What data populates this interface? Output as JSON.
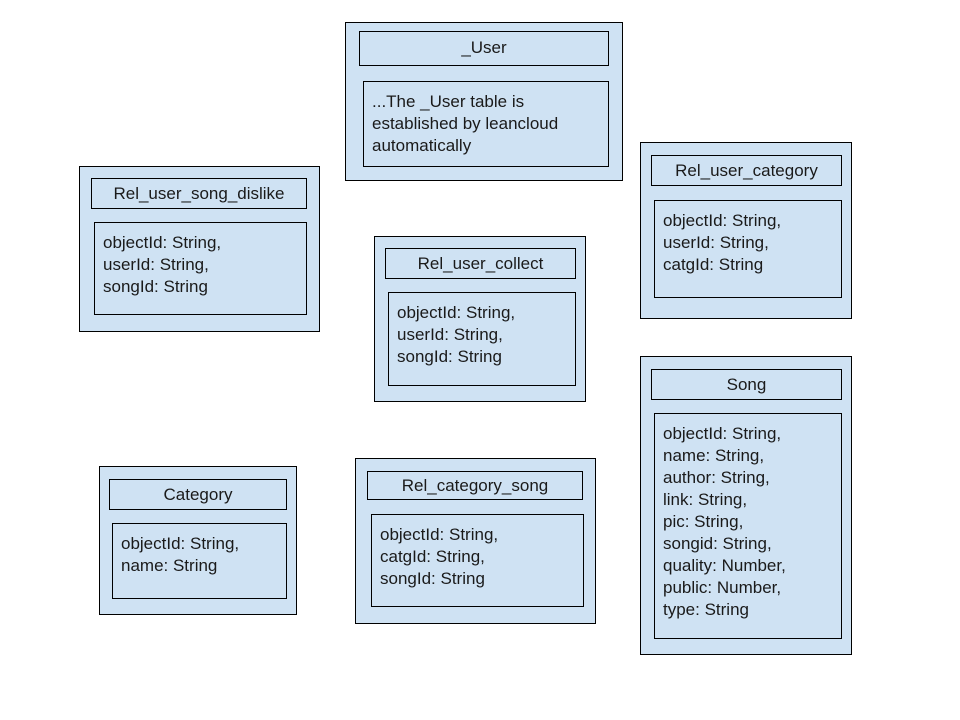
{
  "entities": {
    "user": {
      "title": "_User",
      "note": "...The _User table is established by leancloud automatically"
    },
    "rel_user_song_dislike": {
      "title": "Rel_user_song_dislike",
      "fields": [
        "objectId: String,",
        "userId: String,",
        "songId: String"
      ]
    },
    "rel_user_collect": {
      "title": "Rel_user_collect",
      "fields": [
        "objectId: String,",
        "userId: String,",
        "songId: String"
      ]
    },
    "rel_user_category": {
      "title": "Rel_user_category",
      "fields": [
        "objectId: String,",
        "userId: String,",
        "catgId: String"
      ]
    },
    "song": {
      "title": "Song",
      "fields": [
        "objectId: String,",
        "name: String,",
        "author: String,",
        "link: String,",
        "pic: String,",
        "songid: String,",
        "quality: Number,",
        "public: Number,",
        "type: String"
      ]
    },
    "category": {
      "title": "Category",
      "fields": [
        "objectId: String,",
        "name: String"
      ]
    },
    "rel_category_song": {
      "title": "Rel_category_song",
      "fields": [
        "objectId: String,",
        "catgId: String,",
        "songId: String"
      ]
    }
  }
}
